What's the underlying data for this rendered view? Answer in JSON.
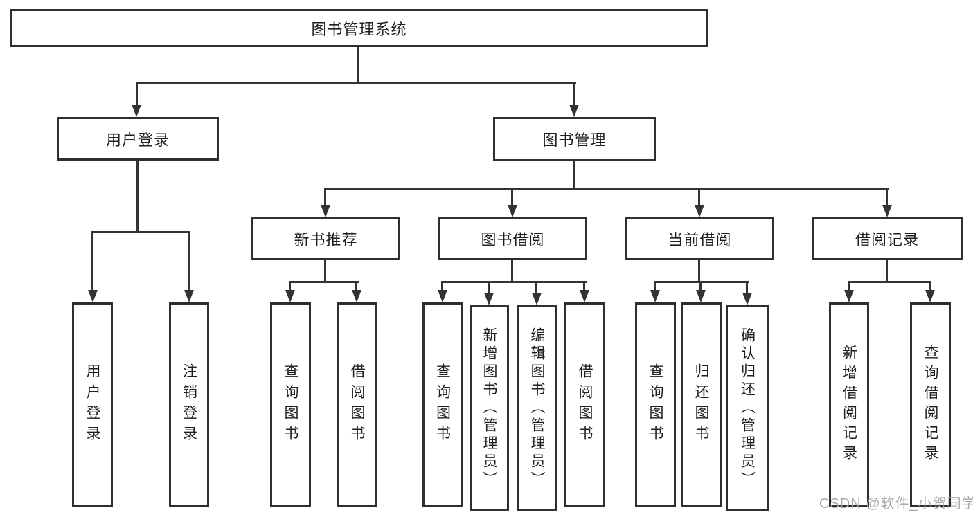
{
  "diagram_title": "图书管理系统",
  "colors": {
    "line": "#333333",
    "box_border": "#2e2e2e",
    "text": "#1f1f1f",
    "background": "#ffffff",
    "watermark": "#a9a9a9"
  },
  "tree": {
    "root": "图书管理系统",
    "login": {
      "label": "用户登录",
      "children": [
        "用户登录",
        "注销登录"
      ]
    },
    "mgmt": {
      "label": "图书管理",
      "sections": [
        {
          "label": "新书推荐",
          "children": [
            "查询图书",
            "借阅图书"
          ]
        },
        {
          "label": "图书借阅",
          "children": [
            "查询图书",
            "新增图书（管理员）",
            "编辑图书（管理员）",
            "借阅图书"
          ]
        },
        {
          "label": "当前借阅",
          "children": [
            "查询图书",
            "归还图书",
            "确认归还（管理员）"
          ]
        },
        {
          "label": "借阅记录",
          "children": [
            "新增借阅记录",
            "查询借阅记录"
          ]
        }
      ]
    }
  },
  "watermark": "CSDN @软件_小贺同学"
}
